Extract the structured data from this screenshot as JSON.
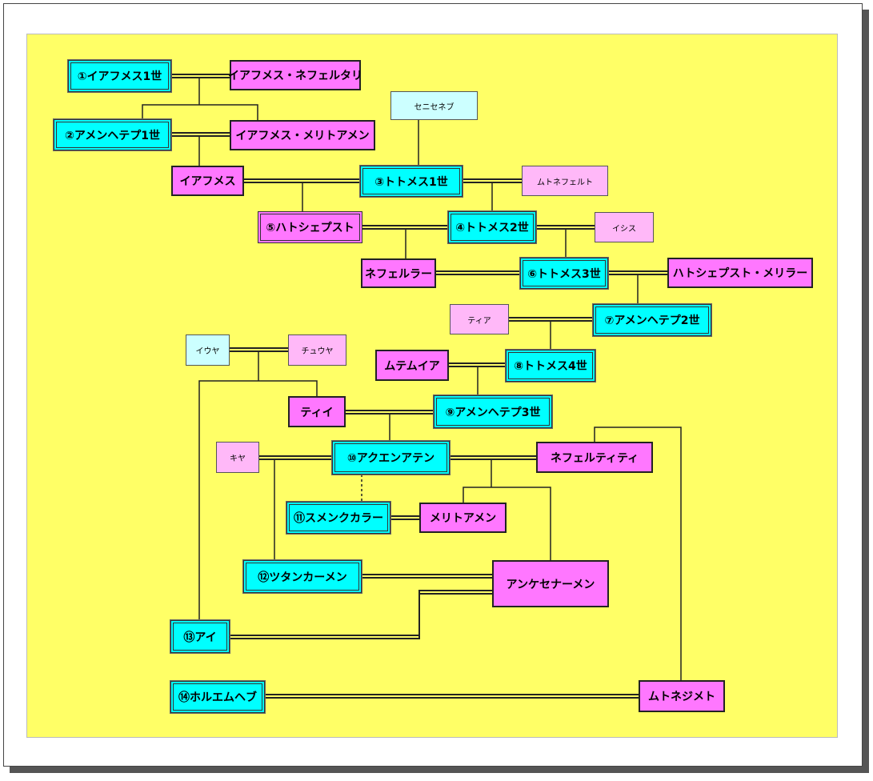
{
  "colors": {
    "background": "#FFFF66",
    "pharaoh": "#00FFFF",
    "consort": "#FF77FF",
    "minor_consort": "#FFB8F8",
    "minor_parent": "#CCFFFF"
  },
  "people": {
    "ahmose1": "①イアフメス1世",
    "ahmose_nefertari": "イアフメス・ネフェルタリ",
    "amenhotep1": "②アメンヘテプ1世",
    "ahmose_meritamun": "イアフメス・メリトアメン",
    "ahmose": "イアフメス",
    "seniseneb": "セニセネブ",
    "thutmose1": "③トトメス1世",
    "mutnofret": "ムトネフェルト",
    "hatshepsut": "⑤ハトシェプスト",
    "thutmose2": "④トトメス2世",
    "isis": "イシス",
    "neferure": "ネフェルラー",
    "thutmose3": "⑥トトメス3世",
    "hatshepsut_meryre": "ハトシェプスト・メリラー",
    "tiaa": "ティア",
    "amenhotep2": "⑦アメンヘテプ2世",
    "yuya": "イウヤ",
    "tjuyu": "チュウヤ",
    "mutemwiya": "ムテムイア",
    "thutmose4": "⑧トトメス4世",
    "tiye": "ティイ",
    "amenhotep3": "⑨アメンヘテプ3世",
    "kiya": "キヤ",
    "akhenaten": "⑩アクエンアテン",
    "nefertiti": "ネフェルティティ",
    "smenkhkare": "⑪スメンクカラー",
    "meritaten": "メリトアメン",
    "tutankhamun": "⑫ツタンカーメン",
    "ankhesenamun": "アンケセナーメン",
    "ay": "⑬アイ",
    "horemheb": "⑭ホルエムヘブ",
    "mutnodjmet": "ムトネジメト"
  }
}
